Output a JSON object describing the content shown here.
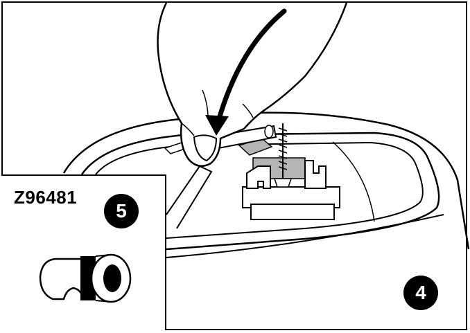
{
  "inset": {
    "part_number": "Z96481",
    "step_badge": "5"
  },
  "main": {
    "step_badge": "4"
  },
  "colors": {
    "line": "#000000",
    "fill": "#ffffff",
    "shade": "#b5b5b5"
  },
  "icons": {
    "arrow": "curved-arrow-icon",
    "clip": "clip-part-icon"
  }
}
